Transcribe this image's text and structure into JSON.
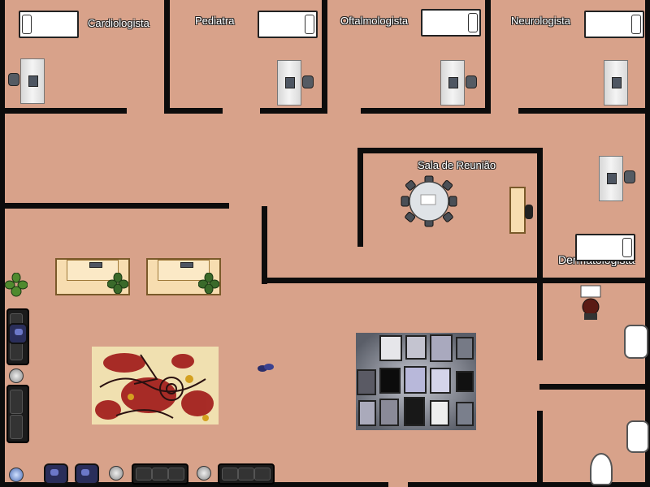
{
  "floorplan": {
    "rooms": {
      "cardiologist": "Cardiologista",
      "pediatrician": "Pediatra",
      "ophthalmologist": "Oftalmologista",
      "neurologist": "Neurologista",
      "meeting_room": "Sala de Reunião",
      "dermatologist": "Dermatologista"
    },
    "colors": {
      "floor": "#d8a28a",
      "wall": "#0c0c0c",
      "counter": "#f7ddb0",
      "sofa": "#1b1b1b",
      "rug_base": "#f0e0b0",
      "rug_red": "#a01818",
      "plant": "#3a6a2a"
    },
    "icons": {
      "bed": "hospital-bed-icon",
      "desk": "desk-icon",
      "chair": "office-chair-icon",
      "table": "round-table-icon",
      "sofa": "sofa-icon",
      "plant": "plant-icon",
      "sink": "sink-icon",
      "toilet": "toilet-icon",
      "rug": "rug-icon",
      "lamp": "lamp-icon"
    }
  }
}
